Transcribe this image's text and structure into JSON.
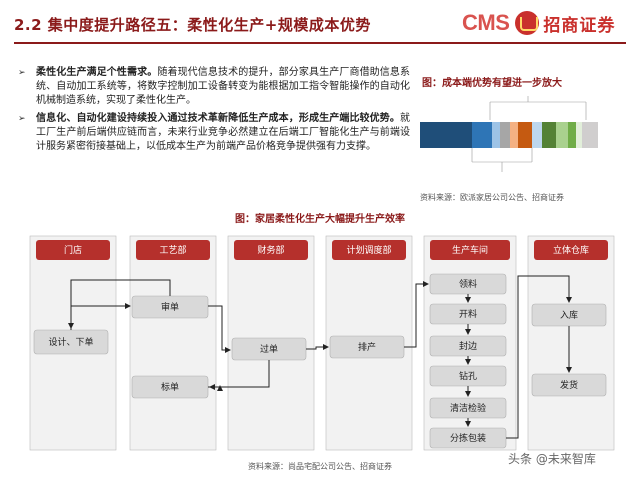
{
  "header": {
    "title": "2.2 集中度提升路径五：柔性化生产+规模成本优势",
    "logo_text": "CMS",
    "logo_cn": "招商证券"
  },
  "bullets": [
    {
      "bold": "柔性化生产满足个性需求。",
      "text": "随着现代信息技术的提升，部分家具生产厂商借助信息系统、自动加工系统等，将数字控制加工设备转变为能根据加工指令智能操作的自动化机械制造系统，实现了柔性化生产。"
    },
    {
      "bold": "信息化、自动化建设持续投入通过技术革新降低生产成本，形成生产端比较优势。",
      "text": "就工厂生产前后端供应链而言，未来行业竞争必然建立在后端工厂智能化生产与前端设计服务紧密衔接基础上，以低成本生产为前端产品价格竞争提供强有力支撑。"
    }
  ],
  "figure1": {
    "title": "图：成本端优势有望进一步放大",
    "source": "资料来源：欧派家居公司公告、招商证券"
  },
  "figure2": {
    "title": "图：家居柔性化生产大幅提升生产效率",
    "source": "资料来源：尚品宅配公司公告、招商证券",
    "columns": [
      "门店",
      "工艺部",
      "财务部",
      "计划调度部",
      "生产车间",
      "立体仓库"
    ],
    "nodes": {
      "design": "设计、下单",
      "review": "审单",
      "quote": "标单",
      "transfer": "过单",
      "schedule": "排产",
      "pick": "领料",
      "cut": "开料",
      "edge": "封边",
      "drill": "钻孔",
      "inspect": "清洁检验",
      "pack": "分拣包装",
      "store": "入库",
      "ship": "发货"
    }
  },
  "colors": {
    "brand": "#8b1a1a",
    "header_box": "#b5302c",
    "column_bg": "#f2f2f2",
    "node_bg": "#d9d9d9",
    "arrow": "#222222"
  },
  "watermark": "头条 @未来智库"
}
